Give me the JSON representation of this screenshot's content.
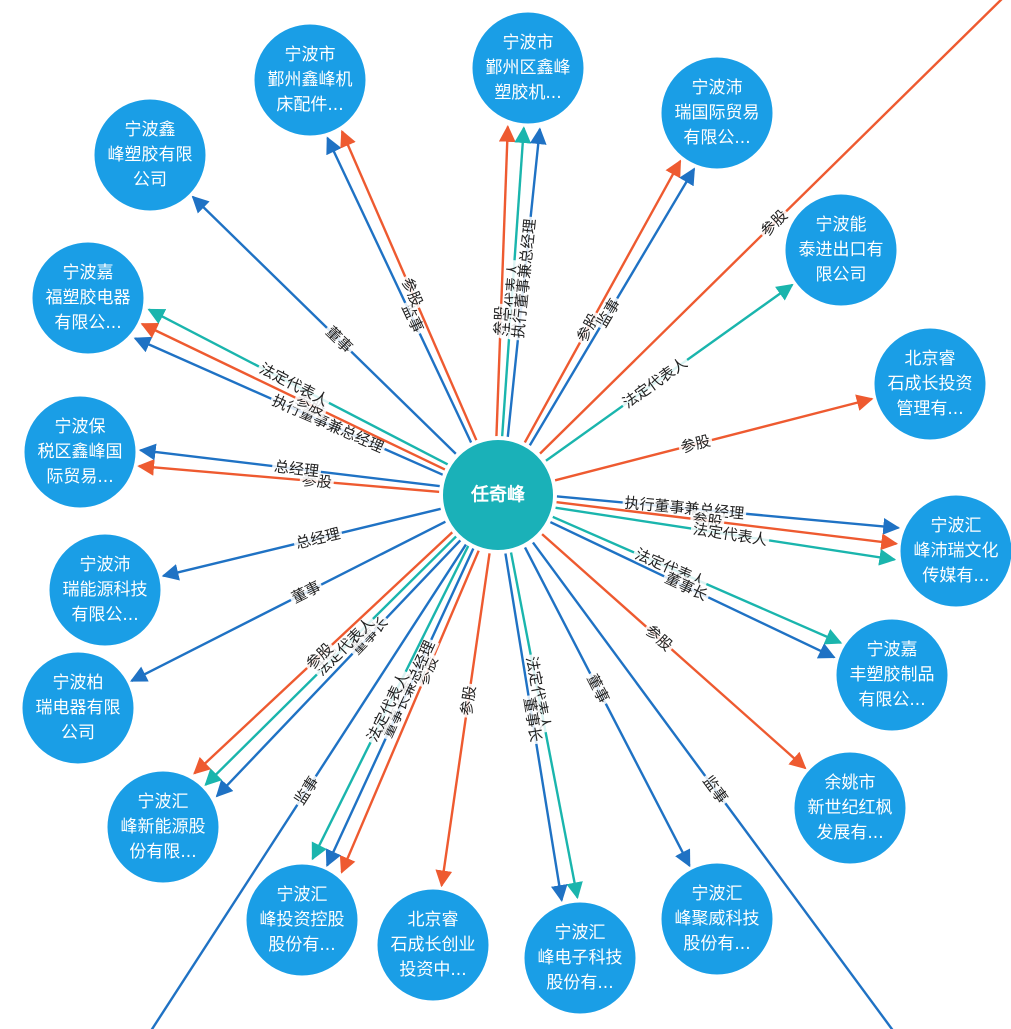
{
  "colors": {
    "node": "#1a9ee6",
    "center": "#1ab1b8",
    "red": "#ee5a30",
    "blue": "#1f72c4",
    "teal": "#1ab5ad"
  },
  "center": {
    "label": "任奇峰"
  },
  "nodes": [
    {
      "id": "xinfeng",
      "lines": [
        "宁波鑫",
        "峰塑胶有限",
        "公司"
      ]
    },
    {
      "id": "yinzhou-jc",
      "lines": [
        "宁波市",
        "鄞州鑫峰机",
        "床配件..."
      ]
    },
    {
      "id": "yinzhou-sj",
      "lines": [
        "宁波市",
        "鄞州区鑫峰",
        "塑胶机..."
      ]
    },
    {
      "id": "peirui-trade",
      "lines": [
        "宁波沛",
        "瑞国际贸易",
        "有限公..."
      ]
    },
    {
      "id": "nengtai",
      "lines": [
        "宁波能",
        "泰进出口有",
        "限公司"
      ]
    },
    {
      "id": "ruishi-invest",
      "lines": [
        "北京睿",
        "石成长投资",
        "管理有..."
      ]
    },
    {
      "id": "huifeng-culture",
      "lines": [
        "宁波汇",
        "峰沛瑞文化",
        "传媒有..."
      ]
    },
    {
      "id": "jiafeng",
      "lines": [
        "宁波嘉",
        "丰塑胶制品",
        "有限公..."
      ]
    },
    {
      "id": "yuyao",
      "lines": [
        "余姚市",
        "新世纪红枫",
        "发展有..."
      ]
    },
    {
      "id": "juwei",
      "lines": [
        "宁波汇",
        "峰聚威科技",
        "股份有..."
      ]
    },
    {
      "id": "dianzi",
      "lines": [
        "宁波汇",
        "峰电子科技",
        "股份有..."
      ]
    },
    {
      "id": "ruishi-venture",
      "lines": [
        "北京睿",
        "石成长创业",
        "投资中..."
      ]
    },
    {
      "id": "holding",
      "lines": [
        "宁波汇",
        "峰投资控股",
        "股份有..."
      ]
    },
    {
      "id": "new-energy",
      "lines": [
        "宁波汇",
        "峰新能源股",
        "份有限..."
      ]
    },
    {
      "id": "bairui",
      "lines": [
        "宁波柏",
        "瑞电器有限",
        "公司"
      ]
    },
    {
      "id": "peirui-energy",
      "lines": [
        "宁波沛",
        "瑞能源科技",
        "有限公..."
      ]
    },
    {
      "id": "bonded",
      "lines": [
        "宁波保",
        "税区鑫峰国",
        "际贸易..."
      ]
    },
    {
      "id": "jiafu",
      "lines": [
        "宁波嘉",
        "福塑胶电器",
        "有限公..."
      ]
    }
  ],
  "edges": [
    {
      "to": "xinfeng",
      "label": "董事",
      "color": "blue"
    },
    {
      "to": "yinzhou-jc",
      "label": "监事",
      "color": "blue"
    },
    {
      "to": "yinzhou-jc",
      "label": "参股",
      "color": "red"
    },
    {
      "to": "yinzhou-sj",
      "label": "参股",
      "color": "red"
    },
    {
      "to": "yinzhou-sj",
      "label": "法定代表人",
      "color": "teal"
    },
    {
      "to": "yinzhou-sj",
      "label": "执行董事兼总经理",
      "color": "blue"
    },
    {
      "to": "peirui-trade",
      "label": "参股",
      "color": "red"
    },
    {
      "to": "peirui-trade",
      "label": "监事",
      "color": "blue"
    },
    {
      "to": "nengtai",
      "label": "法定代表人",
      "color": "teal"
    },
    {
      "to": "ruishi-invest",
      "label": "参股",
      "color": "red"
    },
    {
      "to": "huifeng-culture",
      "label": "执行董事兼总经理",
      "color": "blue"
    },
    {
      "to": "huifeng-culture",
      "label": "参股",
      "color": "red"
    },
    {
      "to": "huifeng-culture",
      "label": "法定代表人",
      "color": "teal"
    },
    {
      "to": "jiafeng",
      "label": "法定代表人",
      "color": "teal"
    },
    {
      "to": "jiafeng",
      "label": "董事长",
      "color": "blue"
    },
    {
      "to": "yuyao",
      "label": "参股",
      "color": "red"
    },
    {
      "to": "juwei",
      "label": "董事",
      "color": "blue"
    },
    {
      "to": "dianzi",
      "label": "法定代表人",
      "color": "teal"
    },
    {
      "to": "dianzi",
      "label": "董事长",
      "color": "blue"
    },
    {
      "to": "ruishi-venture",
      "label": "参股",
      "color": "red"
    },
    {
      "to": "holding",
      "label": "参股",
      "color": "red"
    },
    {
      "to": "holding",
      "label": "董事长兼总经理",
      "color": "blue"
    },
    {
      "to": "holding",
      "label": "法定代表人",
      "color": "teal"
    },
    {
      "to": "new-energy",
      "label": "董事长",
      "color": "blue"
    },
    {
      "to": "new-energy",
      "label": "法定代表人",
      "color": "teal"
    },
    {
      "to": "new-energy",
      "label": "参股",
      "color": "red"
    },
    {
      "to": "bairui",
      "label": "董事",
      "color": "blue"
    },
    {
      "to": "peirui-energy",
      "label": "总经理",
      "color": "blue"
    },
    {
      "to": "bonded",
      "label": "参股",
      "color": "red"
    },
    {
      "to": "bonded",
      "label": "总经理",
      "color": "blue"
    },
    {
      "to": "jiafu",
      "label": "执行董事兼总经理",
      "color": "blue"
    },
    {
      "to": "jiafu",
      "label": "参股",
      "color": "red"
    },
    {
      "to": "jiafu",
      "label": "法定代表人",
      "color": "teal"
    },
    {
      "to": "offscreen-top-right",
      "label": "参股",
      "color": "red"
    },
    {
      "to": "offscreen-bottom-left",
      "label": "监事",
      "color": "blue"
    },
    {
      "to": "offscreen-bottom-right",
      "label": "监事",
      "color": "blue"
    }
  ]
}
